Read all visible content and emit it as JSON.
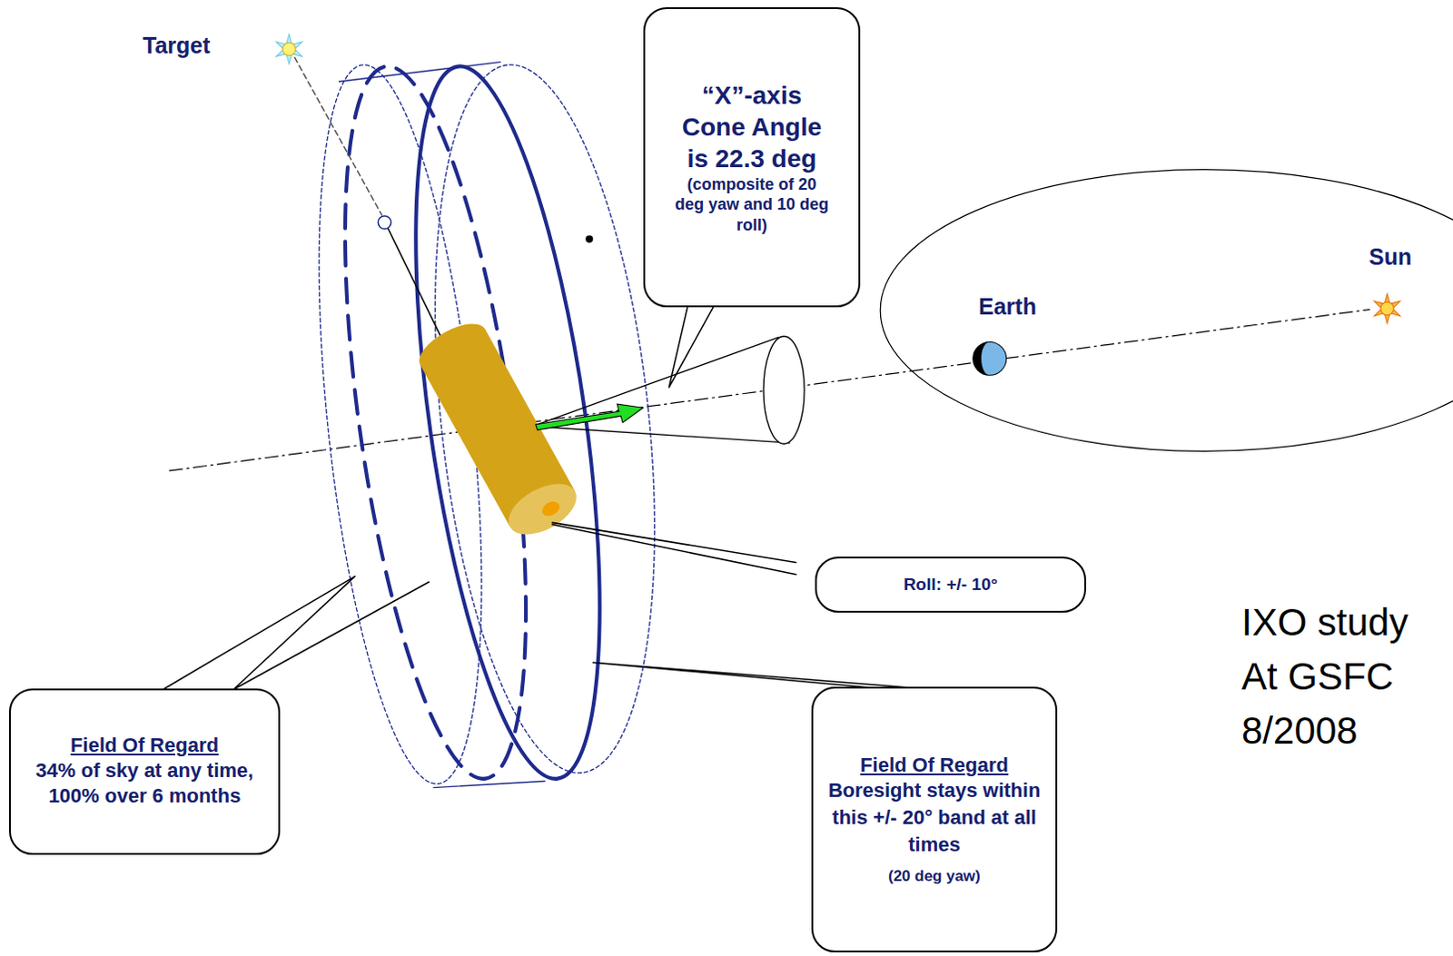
{
  "diagram": {
    "nodes": [
      {
        "text": [
          "“X”-axis Cone Angle is 22.3 deg",
          "(composite of 20 deg yaw and 10 deg roll)"
        ]
      },
      {
        "text": [
          "Roll: +/- 10°"
        ]
      },
      {
        "text": [
          "Field Of Regard",
          "34% of sky at any time, 100% over 6 months"
        ]
      },
      {
        "text": [
          "Field Of Regard",
          "Boresight stays within this +/- 20° band at all times",
          "(20 deg yaw)"
        ]
      }
    ],
    "labels": [
      "Target",
      "Earth",
      "Sun",
      "IXO study",
      "At GSFC",
      "8/2008"
    ]
  }
}
